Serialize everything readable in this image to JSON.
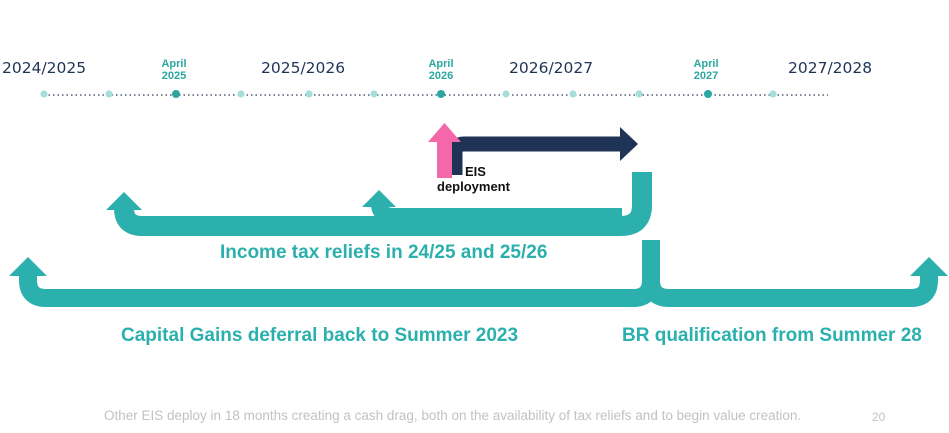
{
  "timeline": {
    "years": [
      "2024/2025",
      "2025/2026",
      "2026/2027",
      "2027/2028"
    ],
    "aprils": [
      {
        "month": "April",
        "year": "2025"
      },
      {
        "month": "April",
        "year": "2026"
      },
      {
        "month": "April",
        "year": "2027"
      }
    ]
  },
  "eis": {
    "line1": "EIS",
    "line2": "deployment"
  },
  "labels": {
    "income": "Income tax reliefs in 24/25 and 25/26",
    "capital": "Capital Gains deferral back to Summer 2023",
    "br": "BR qualification from Summer 28"
  },
  "footer": "Other EIS deploy in 18 months creating a cash drag, both on the availability of tax reliefs and to begin value creation.",
  "page_number": "20",
  "colors": {
    "teal": "#2bb0ad",
    "navy": "#1f3356",
    "pink": "#f467a8",
    "dot_light": "#a7dedb",
    "dot_dark": "#2aa79f"
  }
}
